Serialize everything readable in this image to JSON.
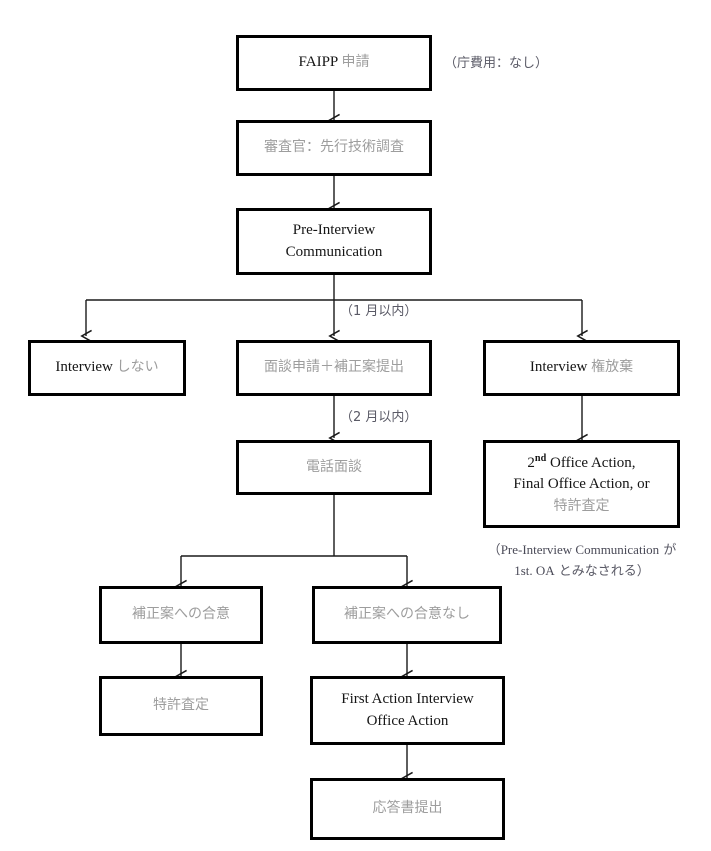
{
  "diagram": {
    "title": "FAIPP (First Action Interview Pilot Program) flowchart",
    "nodes": {
      "faipp_application": {
        "latin": "FAIPP",
        "jp": "申請"
      },
      "examiner_search": {
        "jp": "審査官：先行技術調査"
      },
      "pre_interview": {
        "line1": "Pre-Interview",
        "line2": "Communication"
      },
      "no_interview": {
        "latin": "Interview",
        "jp": "しない"
      },
      "interview_request": {
        "jp": "面談申請＋補正案提出"
      },
      "waive_interview": {
        "latin": "Interview",
        "jp": "権放棄"
      },
      "phone_interview": {
        "jp": "電話面談"
      },
      "second_office_action": {
        "line1_pre": "2",
        "line1_sup": "nd",
        "line1_post": " Office Action,",
        "line2": "Final Office Action, or",
        "line3_jp": "特許査定"
      },
      "amendment_agreed": {
        "jp": "補正案への合意"
      },
      "amendment_not_agreed": {
        "jp": "補正案への合意なし"
      },
      "allowance": {
        "jp": "特許査定"
      },
      "faioa": {
        "line1": "First Action Interview",
        "line2": "Office Action"
      },
      "response_filed": {
        "jp": "応答書提出"
      }
    },
    "annotations": {
      "fee_note": "（庁費用：なし）",
      "within_1_month": "（1 月以内）",
      "within_2_months": "（2 月以内）",
      "pre_interview_note_line1_pre": "（",
      "pre_interview_note_line1_lat": "Pre-Interview Communication",
      "pre_interview_note_line1_post": " が",
      "pre_interview_note_line2_lat": "1st. OA",
      "pre_interview_note_line2_post": " とみなされる）"
    },
    "colors": {
      "border": "#000000",
      "latin_text": "#151515",
      "jp_text": "#9d9d9d",
      "annotation_text": "#5a5a66",
      "wire": "#1a1a1a",
      "background": "#ffffff"
    }
  }
}
